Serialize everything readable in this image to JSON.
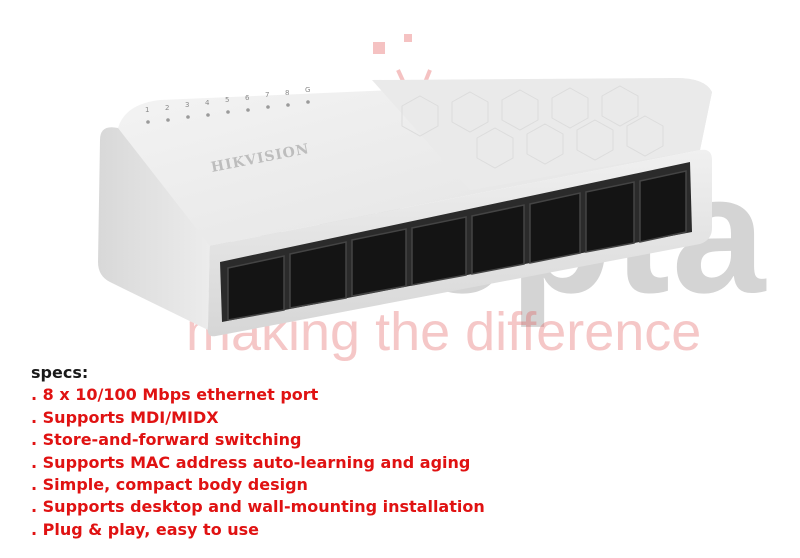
{
  "product": {
    "brand_label": "HIKVISION",
    "port_numbers": [
      "1",
      "2",
      "3",
      "4",
      "5",
      "6",
      "7",
      "8",
      "G"
    ]
  },
  "watermark": {
    "logo_text": "Adepta",
    "tagline": "making the difference"
  },
  "specs": {
    "heading": "specs:",
    "items": [
      ". 8 x 10/100 Mbps ethernet port",
      ". Supports MDI/MIDX",
      ". Store-and-forward switching",
      ". Supports MAC address auto-learning and aging",
      ". Simple, compact body design",
      ". Supports desktop and wall-mounting installation",
      ". Plug & play, easy to use"
    ]
  },
  "colors": {
    "spec_text": "#e01212",
    "heading_text": "#1a1a1a",
    "device_body": "#eeeeee",
    "watermark_red": "#e15050"
  }
}
